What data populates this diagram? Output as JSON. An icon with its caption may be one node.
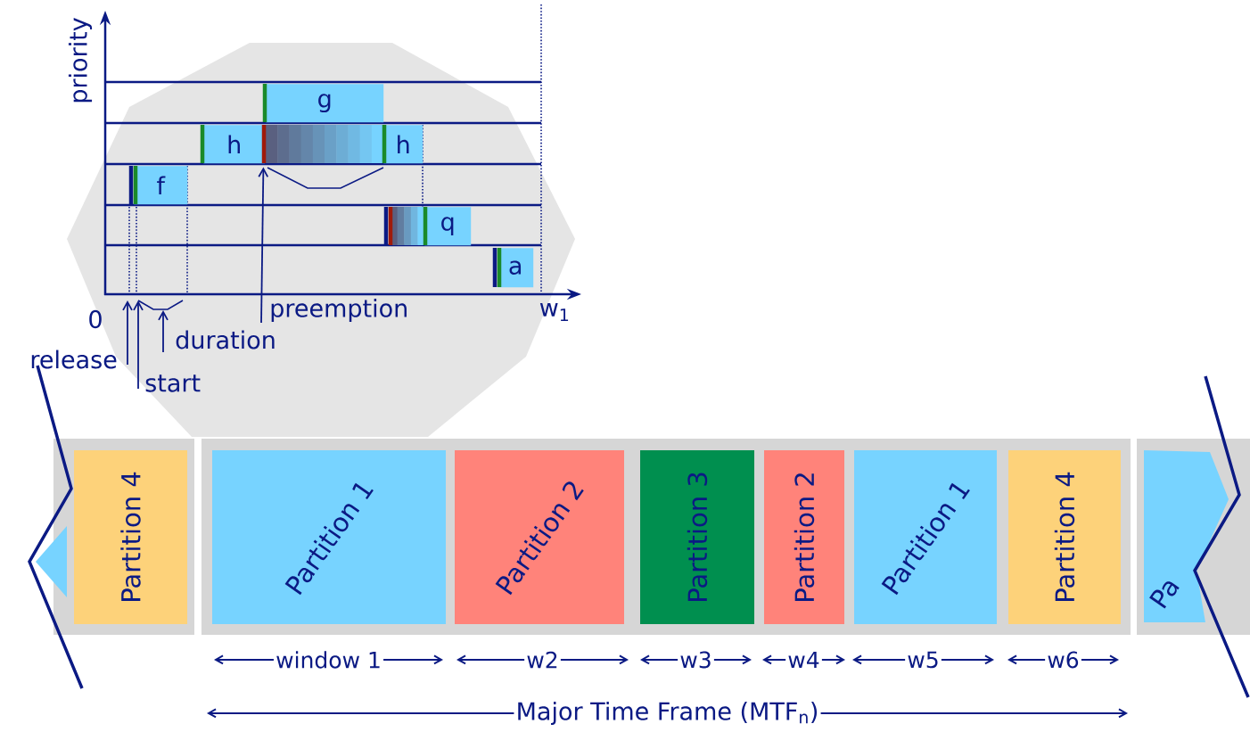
{
  "diagram": {
    "nodes": [
      {
        "text": [
          "g"
        ]
      },
      {
        "text": [
          "h"
        ]
      },
      {
        "text": [
          "h"
        ]
      },
      {
        "text": [
          "f"
        ]
      },
      {
        "text": [
          "q"
        ]
      },
      {
        "text": [
          "a"
        ]
      },
      {
        "text": [
          "preemption"
        ]
      },
      {
        "text": [
          "release"
        ]
      },
      {
        "text": [
          "start"
        ]
      },
      {
        "text": [
          "duration"
        ]
      },
      {
        "text": [
          "Partition 4"
        ]
      },
      {
        "text": [
          "Partition 1"
        ]
      },
      {
        "text": [
          "Partition 2"
        ]
      },
      {
        "text": [
          "Partition 3"
        ]
      },
      {
        "text": [
          "Partition 2"
        ]
      },
      {
        "text": [
          "Partition 1"
        ]
      },
      {
        "text": [
          "Partition 4"
        ]
      },
      {
        "text": [
          "Pa"
        ]
      }
    ],
    "edges": [
      {
        "from": 6,
        "to": 1,
        "arrow": "to"
      },
      {
        "from": 7,
        "to": null,
        "arrow": "to"
      },
      {
        "from": 8,
        "to": null,
        "arrow": "to"
      },
      {
        "from": 9,
        "to": null,
        "arrow": "to"
      }
    ],
    "labels": [
      "priority",
      "0",
      "w$_{1}$",
      "window 1",
      "w2",
      "w3",
      "w4",
      "w5",
      "w6",
      "Major Time Frame (MTF$_{n}$)"
    ]
  }
}
